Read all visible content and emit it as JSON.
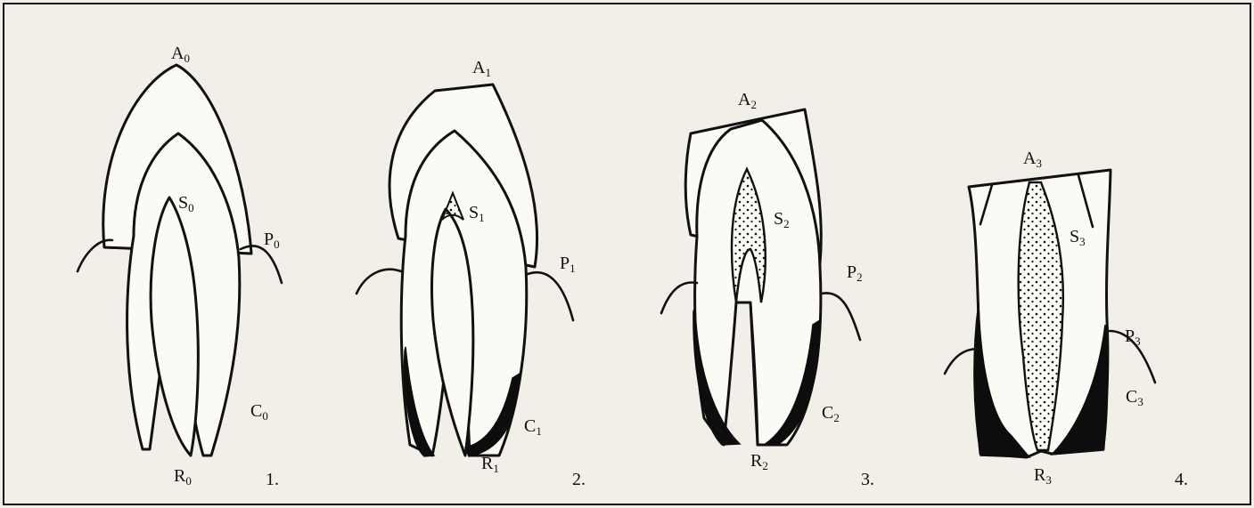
{
  "labels": {
    "p1": {
      "A": {
        "l": "A",
        "s": "0"
      },
      "S": {
        "l": "S",
        "s": "0"
      },
      "P": {
        "l": "P",
        "s": "0"
      },
      "C": {
        "l": "C",
        "s": "0"
      },
      "R": {
        "l": "R",
        "s": "0"
      },
      "num": "1."
    },
    "p2": {
      "A": {
        "l": "A",
        "s": "1"
      },
      "S": {
        "l": "S",
        "s": "1"
      },
      "P": {
        "l": "P",
        "s": "1"
      },
      "C": {
        "l": "C",
        "s": "1"
      },
      "R": {
        "l": "R",
        "s": "1"
      },
      "num": "2."
    },
    "p3": {
      "A": {
        "l": "A",
        "s": "2"
      },
      "S": {
        "l": "S",
        "s": "2"
      },
      "P": {
        "l": "P",
        "s": "2"
      },
      "C": {
        "l": "C",
        "s": "2"
      },
      "R": {
        "l": "R",
        "s": "2"
      },
      "num": "3."
    },
    "p4": {
      "A": {
        "l": "A",
        "s": "3"
      },
      "S": {
        "l": "S",
        "s": "3"
      },
      "P": {
        "l": "P",
        "s": "3"
      },
      "C": {
        "l": "C",
        "s": "3"
      },
      "R": {
        "l": "R",
        "s": "3"
      },
      "num": "4."
    }
  }
}
